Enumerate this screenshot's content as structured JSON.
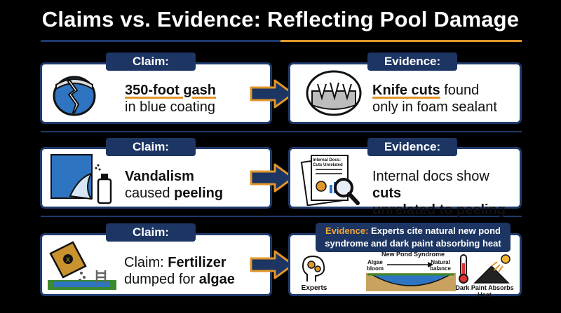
{
  "title": "Claims vs. Evidence: Reflecting Pool Damage",
  "rows": [
    {
      "claim_badge": "Claim:",
      "claim_bold": "350-foot gash",
      "claim_rest": "in blue coating",
      "evidence_badge": "Evidence:",
      "evidence_bold": "Knife cuts",
      "evidence_rest_1": "found",
      "evidence_rest_2": "only in foam sealant"
    },
    {
      "claim_badge": "Claim:",
      "claim_bold": "Vandalism",
      "claim_rest_1": "caused",
      "claim_bold_2": "peeling",
      "evidence_badge": "Evidence:",
      "evidence_text_1": "Internal docs show",
      "evidence_bold_1": "cuts",
      "evidence_bold_2": "unrelated to peeling",
      "doc_label": "Internal Docs: Cuts Unrelated"
    },
    {
      "claim_badge": "Claim:",
      "claim_prefix": "Claim:",
      "claim_bold": "Fertilizer",
      "claim_rest": "dumped for",
      "claim_bold_2": "algae",
      "evidence_label": "Evidence:",
      "evidence_text": "Experts cite natural new pond syndrome and dark paint absorbing heat",
      "experts_label": "Experts",
      "syndrome_title": "New Pond Syndrome",
      "algae_label": "Algae bloom",
      "balance_label": "Natural balance",
      "paint_label": "Dark Paint Absorbs Heat"
    }
  ],
  "colors": {
    "navy": "#1c3563",
    "orange": "#e0962b",
    "blue": "#2f74c0"
  },
  "icons": [
    "cracked-coating-icon",
    "foam-cuts-icon",
    "peeling-paint-icon",
    "spray-can-icon",
    "documents-magnifier-icon",
    "fertilizer-bag-icon",
    "pond-icon",
    "expert-head-icon",
    "pond-cross-section-icon",
    "thermometer-icon",
    "sun-icon"
  ]
}
